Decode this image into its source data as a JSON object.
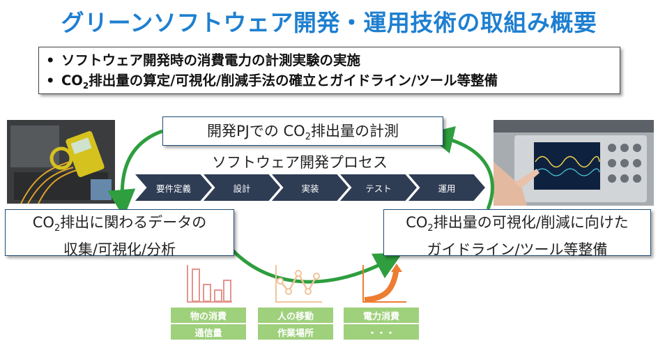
{
  "title": "グリーンソフトウェア開発・運用技術の取組み概要",
  "summary": {
    "bullet": "•",
    "line1": "ソフトウェア開発時の消費電力の計測実験の実施",
    "line2_prefix": "CO",
    "line2_sub": "2",
    "line2_rest": "排出量の算定/可視化/削減手法の確立とガイドライン/ツール等整備"
  },
  "callouts": {
    "top_prefix": "開発PJでの CO",
    "top_sub": "2",
    "top_rest": "排出量の計測",
    "left_prefix": "CO",
    "left_sub": "2",
    "left_rest1": "排出に関わるデータの",
    "left_line2": "収集/可視化/分析",
    "right_prefix": "CO",
    "right_sub": "2",
    "right_rest1": "排出量の可視化/削減に向けた",
    "right_line2": "ガイドライン/ツール等整備"
  },
  "process": {
    "label": "ソフトウェア開発プロセス",
    "stages": [
      "要件定義",
      "設計",
      "実装",
      "テスト",
      "運用"
    ]
  },
  "data_tags": [
    [
      "物の消費",
      "通信量"
    ],
    [
      "人の移動",
      "作業場所"
    ],
    [
      "電力消費",
      "・・・"
    ]
  ],
  "colors": {
    "title": "#1e7fd0",
    "chevron": "#2e3c54",
    "callout_border": "#1f4e79",
    "tag": "#9fd07c",
    "arrow_green": "#2e9e3e",
    "icon_bar": "#e3948d",
    "icon_line": "#f0c49a",
    "icon_growth": "#ed7d31"
  },
  "icons": [
    "bar-chart-icon",
    "line-chart-icon",
    "growth-curve-icon"
  ],
  "photos": [
    "clamp-meter-measurement-photo",
    "oscilloscope-measurement-photo"
  ]
}
